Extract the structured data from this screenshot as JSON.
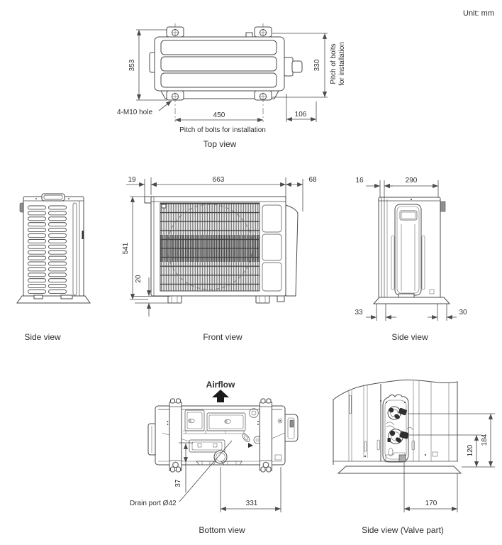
{
  "meta": {
    "unit_note": "Unit: mm"
  },
  "colors": {
    "line": "#4a4a4a",
    "text": "#2e2e2e",
    "background": "#ffffff",
    "grille_fill": "#ececec",
    "dark_detail": "#2f2f2f"
  },
  "views": {
    "top": {
      "caption": "Top view",
      "dim_depth": "353",
      "dim_bolt_pitch_vertical": "330",
      "dim_bolt_pitch_horizontal": "450",
      "dim_right_offset": "106",
      "label_bolt_hole": "4-M10 hole",
      "label_pitch_bottom": "Pitch of bolts for installation",
      "label_pitch_right_line1": "Pitch of bolts",
      "label_pitch_right_line2": "for installation"
    },
    "side_left": {
      "caption": "Side view"
    },
    "front": {
      "caption": "Front view",
      "dim_left_offset": "19",
      "dim_width": "663",
      "dim_right_offset": "68",
      "dim_height": "541",
      "dim_foot_height": "20"
    },
    "side_right": {
      "caption": "Side view",
      "dim_front_offset": "16",
      "dim_depth": "290",
      "dim_foot_left": "33",
      "dim_foot_right": "30"
    },
    "bottom": {
      "caption": "Bottom view",
      "label_airflow": "Airflow",
      "label_drain": "Drain port Ø42",
      "dim_drain_offset": "37",
      "dim_drain_pitch": "331"
    },
    "valve": {
      "caption": "Side view (Valve part)",
      "dim_valve_low": "120",
      "dim_valve_high": "184",
      "dim_valve_offset": "170"
    }
  }
}
